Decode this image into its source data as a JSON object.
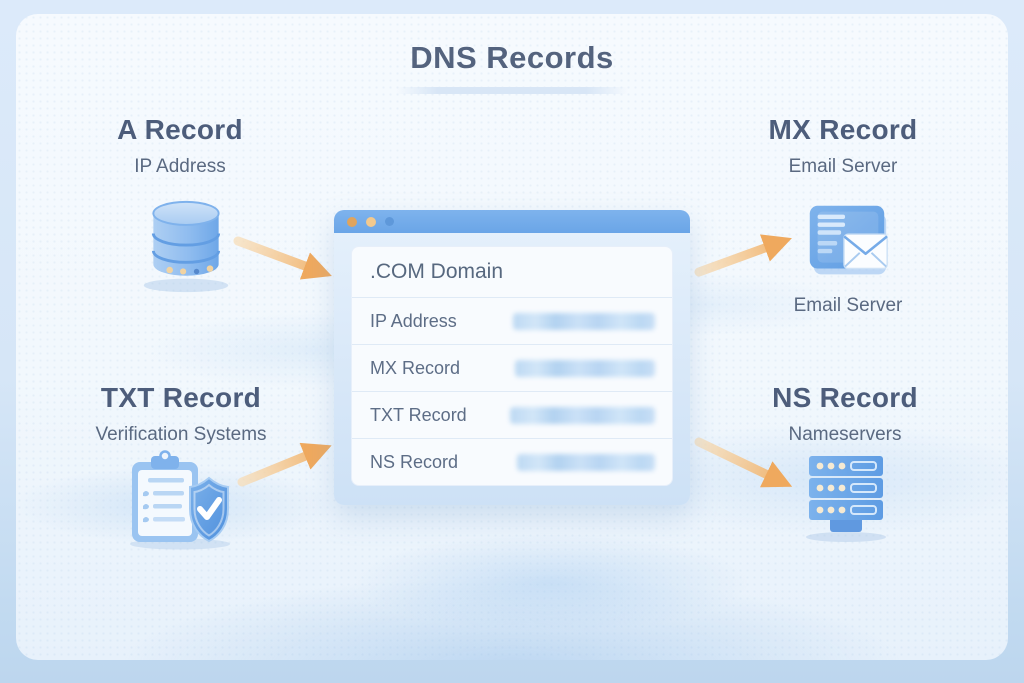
{
  "title": "DNS Records",
  "corners": {
    "a_record": {
      "heading": "A Record",
      "subtitle": "IP Address",
      "icon": "database-icon"
    },
    "mx_record": {
      "heading": "MX Record",
      "subtitle": "Email Server",
      "caption": "Email Server",
      "icon": "email-server-icon"
    },
    "txt_record": {
      "heading": "TXT Record",
      "subtitle": "Verification Systems",
      "icon": "clipboard-shield-icon"
    },
    "ns_record": {
      "heading": "NS Record",
      "subtitle": "Nameservers",
      "icon": "nameserver-rack-icon"
    }
  },
  "browser_window": {
    "header": ".COM Domain",
    "rows": [
      {
        "label": "IP Address",
        "value_redacted": true
      },
      {
        "label": "MX Record",
        "value_redacted": true
      },
      {
        "label": "TXT Record",
        "value_redacted": true
      },
      {
        "label": "NS Record",
        "value_redacted": true
      }
    ],
    "titlebar_dots": [
      "orange-dot",
      "tan-dot",
      "blue-dot"
    ]
  },
  "colors": {
    "arrow_accent": "#f0ad62",
    "arrow_tail": "#f8dcb4",
    "window_titlebar": "#6aa5e7",
    "heading_text": "#4d5d7b",
    "subtitle_text": "#5a6981",
    "panel_bg": "#f8fbfe",
    "icon_blue": "#5e9ce2",
    "background": "#e7f1fb"
  }
}
